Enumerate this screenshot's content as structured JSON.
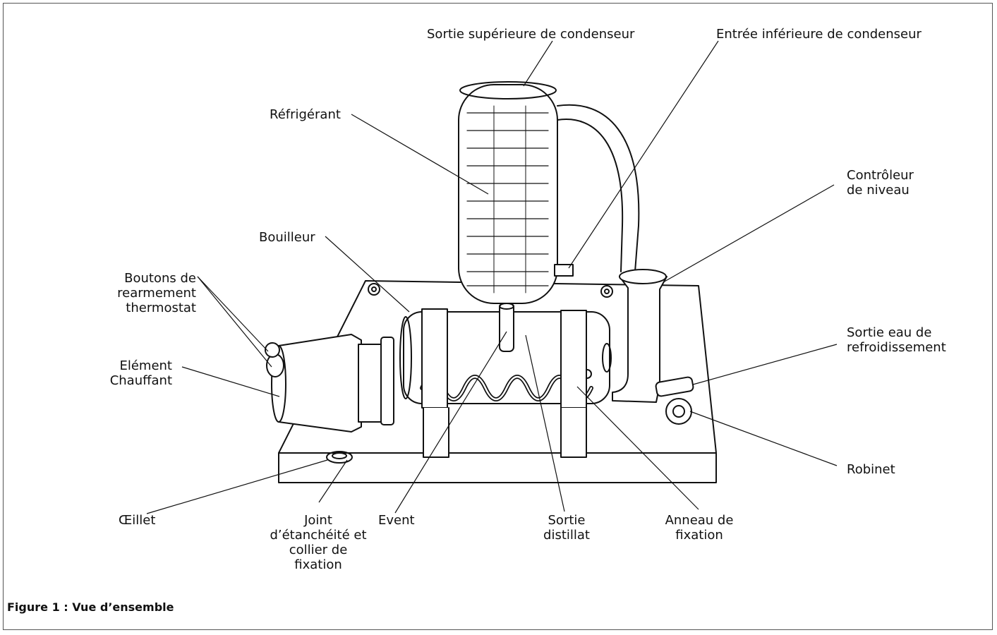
{
  "labels": {
    "top_outlet": "Sortie supérieure de condenseur",
    "bottom_inlet": "Entrée inférieure de condenseur",
    "refrigerant": "Réfrigérant",
    "level_controller": "Contrôleur\nde niveau",
    "boiler": "Bouilleur",
    "reset_buttons": "Boutons de\nrearmement\nthermostat",
    "heating_element": "Elément\nChauffant",
    "cooling_outlet": "Sortie eau de\nrefroidissement",
    "tap": "Robinet",
    "eyelet": "Œillet",
    "seal": "Joint\nd’étanchéité et\ncollier de\nfixation",
    "vent": "Event",
    "distillate_outlet": "Sortie\ndistillat",
    "fixing_ring": "Anneau de\nfixation"
  },
  "caption": "Figure 1 : Vue d’ensemble"
}
